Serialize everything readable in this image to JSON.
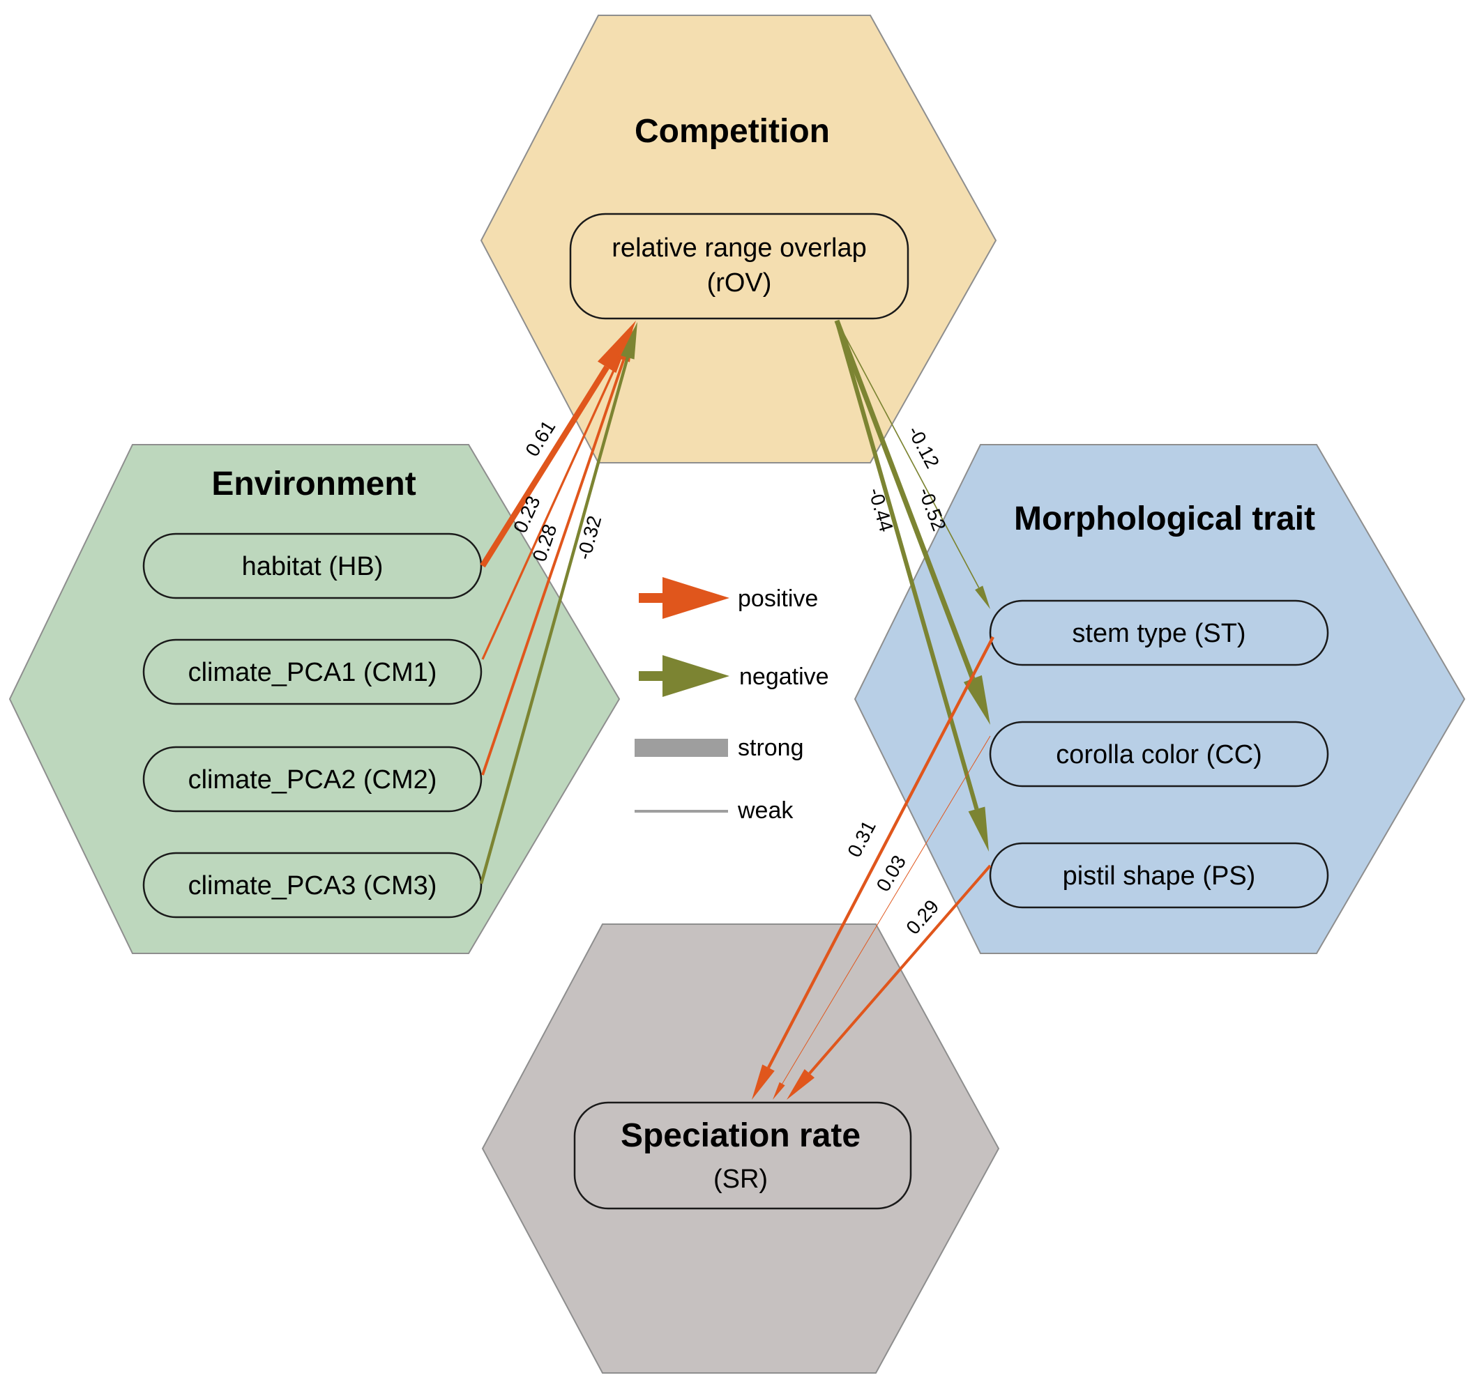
{
  "colors": {
    "positive": "#E0561C",
    "negative": "#7C8432",
    "legend_gray": "#9E9E9E",
    "competition_fill": "#F4DEB0",
    "environment_fill": "#BDD7BD",
    "morphology_fill": "#B8CFE6",
    "speciation_fill": "#C6C1C0",
    "hex_stroke": "#8E8E8E"
  },
  "groups": {
    "competition": {
      "title": "Competition"
    },
    "environment": {
      "title": "Environment"
    },
    "morphology": {
      "title": "Morphological trait"
    },
    "speciation": {
      "title": ""
    }
  },
  "nodes": {
    "rOV": {
      "line1": "relative range overlap",
      "line2": "(rOV)"
    },
    "HB": {
      "label": "habitat (HB)"
    },
    "CM1": {
      "label": "climate_PCA1 (CM1)"
    },
    "CM2": {
      "label": "climate_PCA2 (CM2)"
    },
    "CM3": {
      "label": "climate_PCA3 (CM3)"
    },
    "ST": {
      "label": "stem type (ST)"
    },
    "CC": {
      "label": "corolla color (CC)"
    },
    "PS": {
      "label": "pistil shape (PS)"
    },
    "SR": {
      "line1": "Speciation rate",
      "line2": "(SR)"
    }
  },
  "edges": [
    {
      "from": "HB",
      "to": "rOV",
      "coef": 0.61,
      "label": "0.61"
    },
    {
      "from": "CM1",
      "to": "rOV",
      "coef": 0.23,
      "label": "0.23"
    },
    {
      "from": "CM2",
      "to": "rOV",
      "coef": 0.28,
      "label": "0.28"
    },
    {
      "from": "CM3",
      "to": "rOV",
      "coef": -0.32,
      "label": "-0.32"
    },
    {
      "from": "rOV",
      "to": "ST",
      "coef": -0.12,
      "label": "-0.12"
    },
    {
      "from": "rOV",
      "to": "CC",
      "coef": -0.52,
      "label": "-0.52"
    },
    {
      "from": "rOV",
      "to": "PS",
      "coef": -0.44,
      "label": "-0.44"
    },
    {
      "from": "ST",
      "to": "SR",
      "coef": 0.31,
      "label": "0.31"
    },
    {
      "from": "CC",
      "to": "SR",
      "coef": 0.03,
      "label": "0.03"
    },
    {
      "from": "PS",
      "to": "SR",
      "coef": 0.29,
      "label": "0.29"
    }
  ],
  "legend": {
    "positive": "positive",
    "negative": "negative",
    "strong": "strong",
    "weak": "weak"
  }
}
